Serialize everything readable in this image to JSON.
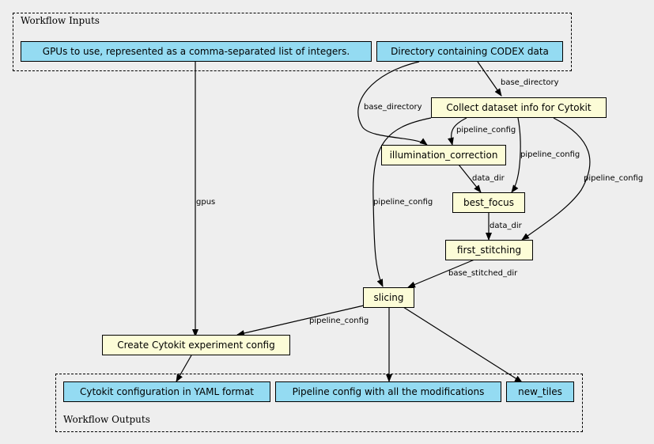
{
  "colors": {
    "background": "#eeeeee",
    "io_node": "#94dbf2",
    "step_node": "#fcfcd7"
  },
  "clusters": {
    "inputs": "Workflow Inputs",
    "outputs": "Workflow Outputs"
  },
  "nodes": {
    "gpus_input": "GPUs to use, represented as a comma-separated list of integers.",
    "codex_dir_input": "Directory containing CODEX data",
    "collect_dataset": "Collect dataset info for Cytokit",
    "illumination": "illumination_correction",
    "best_focus": "best_focus",
    "first_stitching": "first_stitching",
    "slicing": "slicing",
    "create_config": "Create Cytokit experiment config",
    "yaml_output": "Cytokit configuration in YAML format",
    "pipeline_output": "Pipeline config with all the modifications",
    "tiles_output": "new_tiles"
  },
  "edges": [
    {
      "id": "e-gpus",
      "label": "gpus"
    },
    {
      "id": "e-base1",
      "label": "base_directory"
    },
    {
      "id": "e-base2",
      "label": "base_directory"
    },
    {
      "id": "e-pc-illum",
      "label": "pipeline_config"
    },
    {
      "id": "e-pc-focus",
      "label": "pipeline_config"
    },
    {
      "id": "e-pc-stitch",
      "label": "pipeline_config"
    },
    {
      "id": "e-pc-slice",
      "label": "pipeline_config"
    },
    {
      "id": "e-data1",
      "label": "data_dir"
    },
    {
      "id": "e-data2",
      "label": "data_dir"
    },
    {
      "id": "e-bsd",
      "label": "base_stitched_dir"
    },
    {
      "id": "e-pc-create",
      "label": "pipeline_config"
    },
    {
      "id": "e-yaml",
      "label": ""
    },
    {
      "id": "e-pipeout",
      "label": ""
    },
    {
      "id": "e-tiles",
      "label": ""
    }
  ]
}
